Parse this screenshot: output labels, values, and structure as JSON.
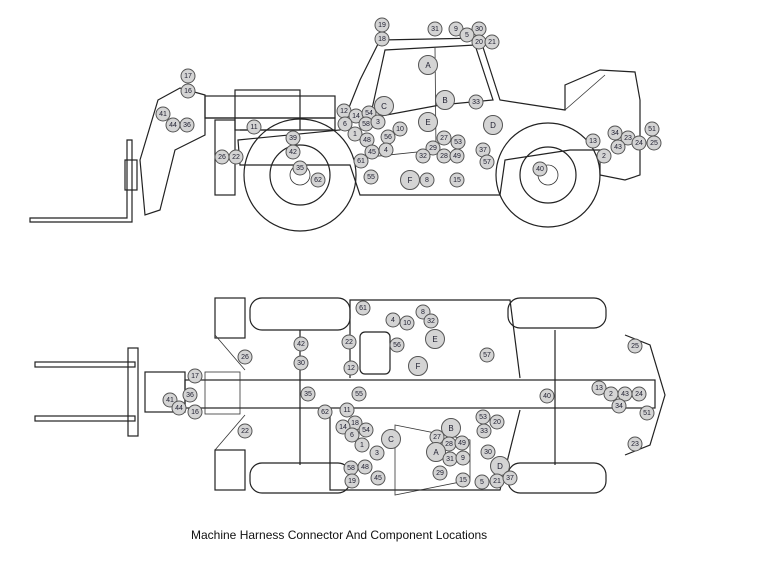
{
  "caption": "Machine Harness Connector And Component Locations",
  "side_view_callouts": [
    "19",
    "18",
    "31",
    "9",
    "30",
    "5",
    "20",
    "21",
    "A",
    "B",
    "33",
    "17",
    "16",
    "41",
    "44",
    "36",
    "11",
    "12",
    "14",
    "54",
    "C",
    "6",
    "58",
    "3",
    "1",
    "10",
    "56",
    "48",
    "45",
    "4",
    "61",
    "E",
    "D",
    "27",
    "53",
    "29",
    "32",
    "28",
    "49",
    "37",
    "57",
    "55",
    "F",
    "8",
    "15",
    "39",
    "42",
    "22",
    "26",
    "35",
    "62",
    "40",
    "13",
    "34",
    "23",
    "43",
    "2",
    "24",
    "25",
    "51"
  ],
  "top_view_callouts": [
    "61",
    "8",
    "4",
    "10",
    "32",
    "22",
    "42",
    "56",
    "E",
    "26",
    "30",
    "12",
    "F",
    "57",
    "25",
    "17",
    "36",
    "41",
    "44",
    "16",
    "35",
    "55",
    "40",
    "13",
    "2",
    "43",
    "24",
    "34",
    "51",
    "23",
    "22",
    "62",
    "11",
    "18",
    "14",
    "6",
    "54",
    "1",
    "C",
    "3",
    "58",
    "48",
    "19",
    "45",
    "B",
    "27",
    "28",
    "49",
    "A",
    "31",
    "9",
    "29",
    "53",
    "20",
    "33",
    "30",
    "D",
    "15",
    "5",
    "21",
    "37"
  ],
  "colors": {
    "callout_fill": "#d4d4d4",
    "callout_stroke": "#555555",
    "line": "#222222"
  }
}
